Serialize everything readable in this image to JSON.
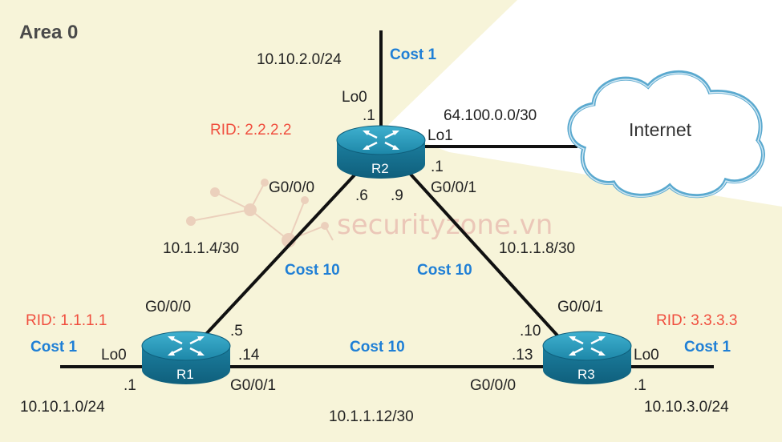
{
  "area": {
    "label": "Area 0"
  },
  "routers": [
    {
      "id": "r1",
      "name": "R1",
      "rid": "RID: 1.1.1.1"
    },
    {
      "id": "r2",
      "name": "R2",
      "rid": "RID: 2.2.2.2"
    },
    {
      "id": "r3",
      "name": "R3",
      "rid": "RID: 3.3.3.3"
    }
  ],
  "links": {
    "r1_r2": {
      "network": "10.1.1.4/30",
      "cost": "Cost 10",
      "r1_if": "G0/0/0",
      "r1_ip": ".5",
      "r2_if": "G0/0/0",
      "r2_ip": ".6"
    },
    "r2_r3": {
      "network": "10.1.1.8/30",
      "cost": "Cost 10",
      "r2_if": "G0/0/1",
      "r2_ip": ".9",
      "r3_if": "G0/0/1",
      "r3_ip": ".10"
    },
    "r1_r3": {
      "network": "10.1.1.12/30",
      "cost": "Cost 10",
      "r1_if": "G0/0/1",
      "r1_ip": ".14",
      "r3_if": "G0/0/0",
      "r3_ip": ".13"
    }
  },
  "loopbacks": {
    "r1": {
      "if": "Lo0",
      "ip": ".1",
      "network": "10.10.1.0/24",
      "cost": "Cost 1"
    },
    "r2": {
      "if": "Lo0",
      "ip": ".1",
      "network": "10.10.2.0/24",
      "cost": "Cost 1"
    },
    "r3": {
      "if": "Lo0",
      "ip": ".1",
      "network": "10.10.3.0/24",
      "cost": "Cost 1"
    }
  },
  "internet": {
    "label": "Internet",
    "link_if": "Lo1",
    "link_ip": ".1",
    "network": "64.100.0.0/30"
  },
  "watermark": "securityzone.vn",
  "colors": {
    "area_fill": "#f7f4d9",
    "router_blue": "#1f8fb0",
    "rid_red": "#f04e3e",
    "cost_blue": "#1f7fd6",
    "cloud_outline": "#5aa9cf"
  }
}
